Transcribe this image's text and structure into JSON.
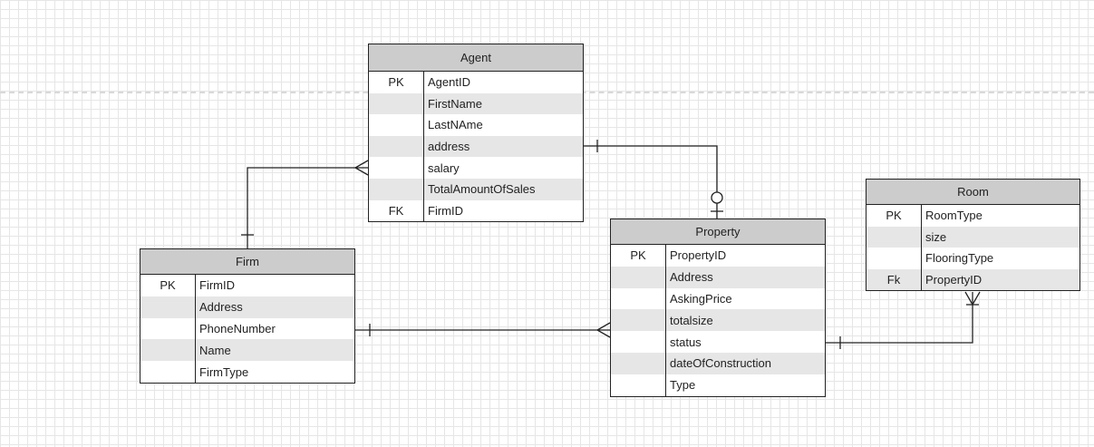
{
  "entities": [
    {
      "id": "agent",
      "title": "Agent",
      "attributes": [
        {
          "key": "PK",
          "name": "AgentID"
        },
        {
          "key": "",
          "name": "FirstName"
        },
        {
          "key": "",
          "name": "LastNAme"
        },
        {
          "key": "",
          "name": "address"
        },
        {
          "key": "",
          "name": "salary"
        },
        {
          "key": "",
          "name": "TotalAmountOfSales"
        },
        {
          "key": "FK",
          "name": "FirmID"
        }
      ]
    },
    {
      "id": "firm",
      "title": "Firm",
      "attributes": [
        {
          "key": "PK",
          "name": "FirmID"
        },
        {
          "key": "",
          "name": "Address"
        },
        {
          "key": "",
          "name": "PhoneNumber"
        },
        {
          "key": "",
          "name": "Name"
        },
        {
          "key": "",
          "name": "FirmType"
        }
      ]
    },
    {
      "id": "property",
      "title": "Property",
      "attributes": [
        {
          "key": "PK",
          "name": "PropertyID"
        },
        {
          "key": "",
          "name": "Address"
        },
        {
          "key": "",
          "name": "AskingPrice"
        },
        {
          "key": "",
          "name": "totalsize"
        },
        {
          "key": "",
          "name": "status"
        },
        {
          "key": "",
          "name": "dateOfConstruction"
        },
        {
          "key": "",
          "name": "Type"
        }
      ]
    },
    {
      "id": "room",
      "title": "Room",
      "attributes": [
        {
          "key": "PK",
          "name": "RoomType"
        },
        {
          "key": "",
          "name": "size"
        },
        {
          "key": "",
          "name": "FlooringType"
        },
        {
          "key": "Fk",
          "name": "PropertyID"
        }
      ]
    }
  ],
  "relationships": [
    {
      "from": "firm",
      "from_end": "one",
      "to": "agent",
      "to_end": "many"
    },
    {
      "from": "agent",
      "from_end": "one",
      "to": "property",
      "to_end": "zero-or-one"
    },
    {
      "from": "firm",
      "from_end": "one",
      "to": "property",
      "to_end": "many"
    },
    {
      "from": "property",
      "from_end": "one",
      "to": "room",
      "to_end": "one-or-many"
    }
  ]
}
